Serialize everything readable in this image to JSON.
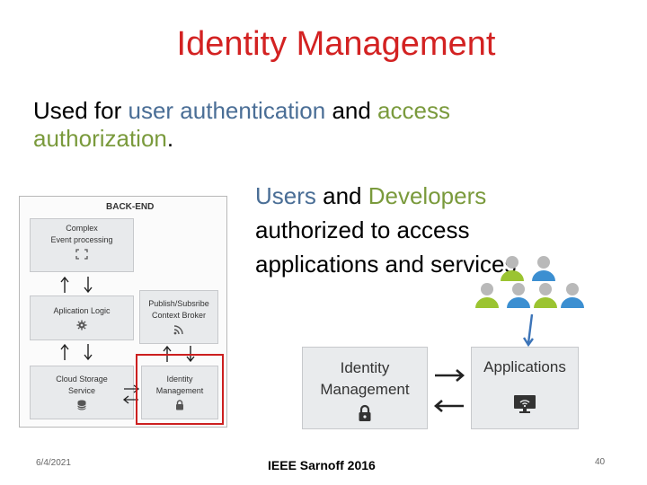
{
  "slide": {
    "title": "Identity Management",
    "intro": {
      "part1": "Used for ",
      "part2": "user authentication",
      "part3": " and ",
      "part4": "access authorization",
      "part5": "."
    },
    "users_text": {
      "part1": "Users",
      "part2": " and ",
      "part3": "Developers",
      "part4": " authorized to access applications and services"
    }
  },
  "backend": {
    "title": "BACK-END",
    "boxes": {
      "cep_line1": "Complex",
      "cep_line2": "Event processing",
      "app_logic": "Aplication Logic",
      "pubsub_line1": "Publish/Subsribe",
      "pubsub_line2": "Context Broker",
      "cloud_line1": "Cloud Storage",
      "cloud_line2": "Service",
      "idm_line1": "Identity",
      "idm_line2": "Management"
    }
  },
  "right_diagram": {
    "idm_line1": "Identity",
    "idm_line2": "Management",
    "applications": "Applications"
  },
  "footer": {
    "date": "6/4/2021",
    "center": "IEEE Sarnoff 2016",
    "page": "40"
  },
  "colors": {
    "title": "#d32222",
    "blue": "#4a6e96",
    "green": "#7a9a3c",
    "highlight": "#cc1f1f",
    "user_green": "#9bc431",
    "user_blue": "#3c8fd1",
    "user_gray": "#b9b9b9"
  }
}
